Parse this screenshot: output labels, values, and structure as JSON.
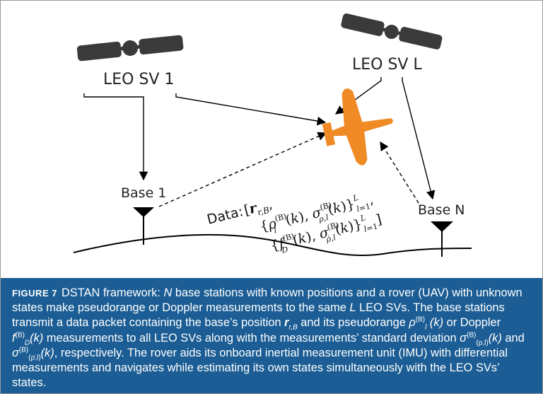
{
  "diagram": {
    "sv1_label": "LEO SV 1",
    "svL_label": "LEO SV L",
    "base1_label": "Base 1",
    "baseN_label": "Base N",
    "data_label": "Data:"
  },
  "colors": {
    "caption_bg": "#1b5d94",
    "uav": "#f08a24",
    "satellite": "#3a3a3a"
  },
  "caption": {
    "figure_label": "FIGURE 7",
    "seg1": "DSTAN framework: ",
    "seg1_N": "N",
    "seg2": " base stations with known positions and a rover (UAV) with unknown states make pseudorange or Doppler measurements to the same ",
    "seg2_L": "L",
    "seg3": " LEO SVs. The base stations transmit a data packet containing the base’s position ",
    "seg3_r": "r",
    "seg3_r_sub": "r,B",
    "seg4": " and its pseudorange ",
    "seg4_rho": "ρ",
    "seg4_rho_sup": "(B)",
    "seg4_rho_sub": "l",
    "seg4_k": " (k)",
    "seg5": " or Doppler ",
    "seg5_f": "f",
    "seg5_f_sup": "(B)",
    "seg5_f_sub": "D",
    "seg5_k": "(k)",
    "seg6": " measurements to all LEO SVs along with the measurements’ standard deviation ",
    "seg6_sigma": "σ",
    "seg6_sup": "(B)",
    "seg6_sub": "(ρ,l)",
    "seg6_k": "(k)",
    "seg7": " and ",
    "seg7_sigma": "σ",
    "seg7_sup": "(B)",
    "seg7_sub": "(ρ̇,l)",
    "seg7_k": "(k)",
    "seg8": ", respectively. The rover aids its onboard inertial measurement unit (IMU) with differential measurements and navigates while estimating its own states simultaneously with the LEO SVs’ states."
  }
}
